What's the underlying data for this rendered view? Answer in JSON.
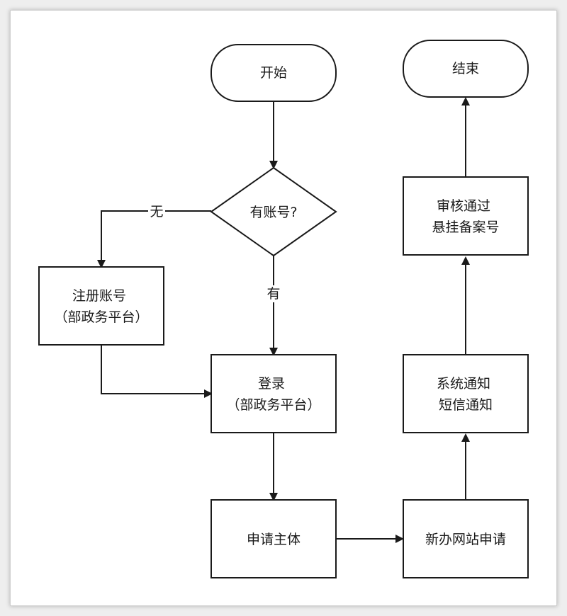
{
  "diagram": {
    "nodes": {
      "start": {
        "lines": [
          "开始"
        ]
      },
      "decision": {
        "lines": [
          "有账号?"
        ]
      },
      "register": {
        "lines": [
          "注册账号",
          "（部政务平台）"
        ]
      },
      "login": {
        "lines": [
          "登录",
          "（部政务平台）"
        ]
      },
      "apply_subject": {
        "lines": [
          "申请主体"
        ]
      },
      "new_site": {
        "lines": [
          "新办网站申请"
        ]
      },
      "notify": {
        "lines": [
          "系统通知",
          "短信通知"
        ]
      },
      "approved": {
        "lines": [
          "审核通过",
          "悬挂备案号"
        ]
      },
      "end": {
        "lines": [
          "结束"
        ]
      }
    },
    "edge_labels": {
      "no": "无",
      "yes": "有"
    },
    "colors": {
      "stroke": "#1a1a1a",
      "fill": "#ffffff",
      "text": "#1a1a1a"
    }
  }
}
